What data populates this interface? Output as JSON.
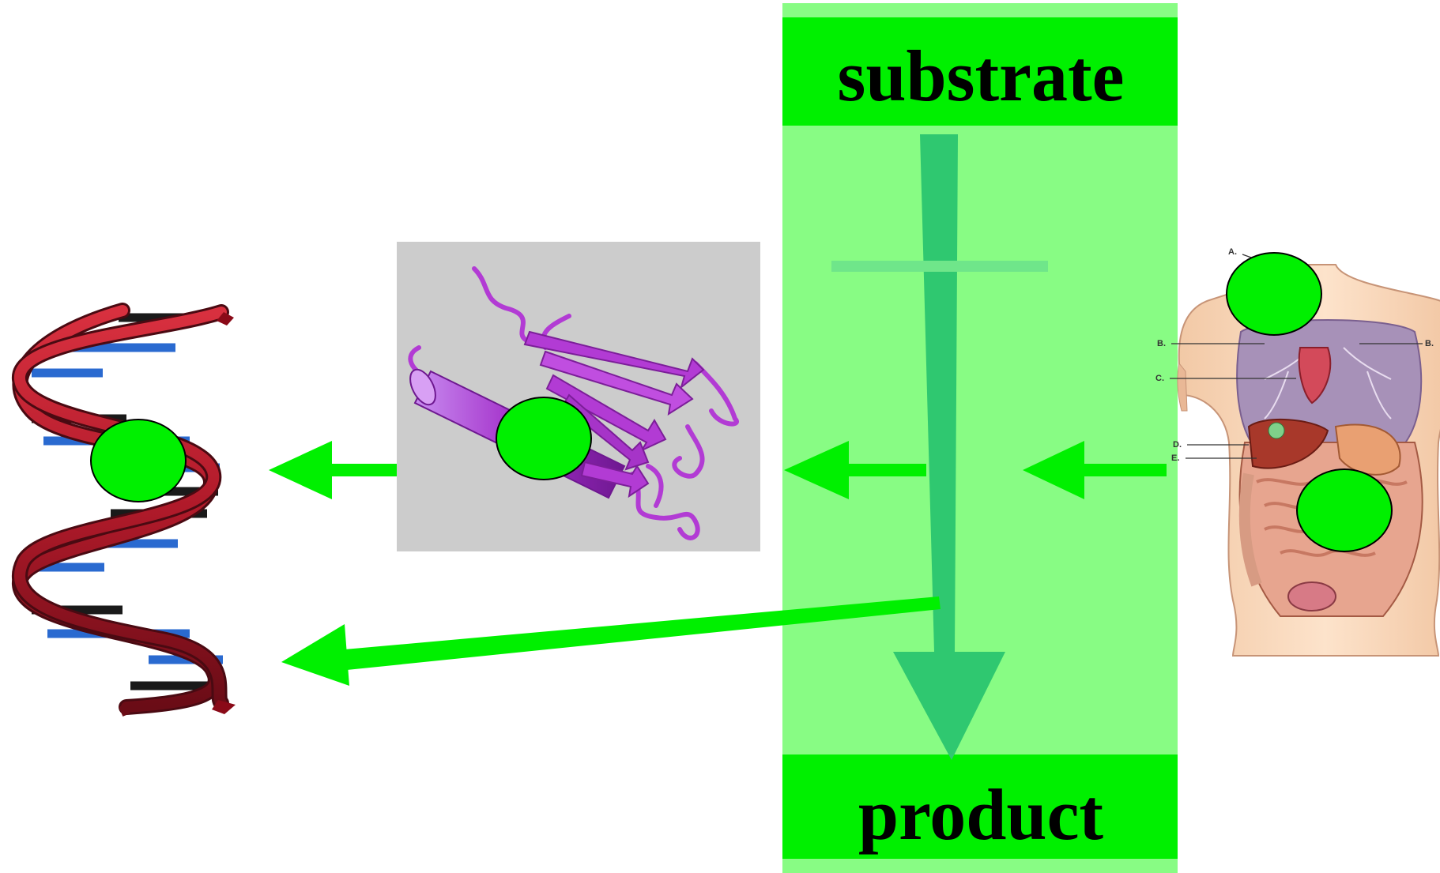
{
  "substrate": {
    "label": "substrate"
  },
  "product": {
    "label": "product"
  },
  "anatomy": {
    "labels": [
      "A.",
      "B.",
      "B.",
      "C.",
      "D.",
      "E."
    ]
  },
  "colors": {
    "pathway_band": "#88fc84",
    "label_box": "#00f000",
    "flux_arrow": "#2fc870",
    "effect_arrow": "#00f000",
    "marker": "#00f000",
    "protein_background": "#cccccc",
    "protein": "#b23bd4",
    "dna_strand": "#b01a2a",
    "dna_base_blue": "#2a6ad0",
    "dna_base_dark": "#1a1a1a"
  },
  "icons": [
    "dna-double-helix-icon",
    "protein-ribbon-structure-icon",
    "human-torso-anatomy-icon",
    "inhibition-bar-icon"
  ]
}
